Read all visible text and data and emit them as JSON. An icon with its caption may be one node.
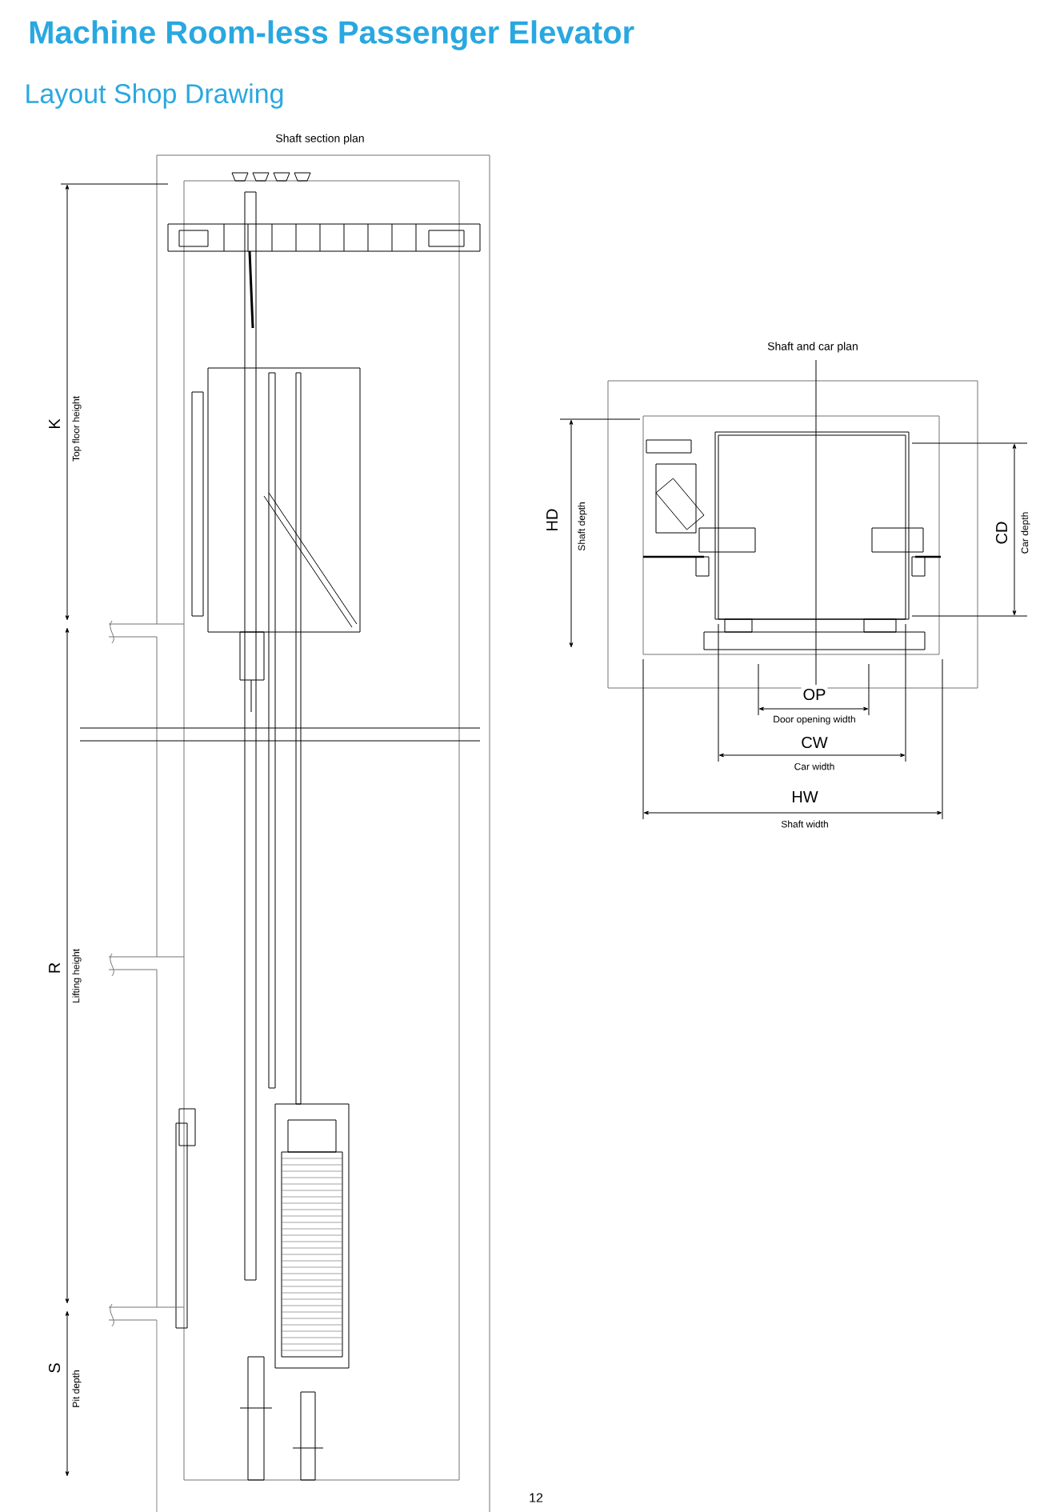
{
  "diagram": {
    "title": "Machine Room-less Passenger Elevator",
    "labels": [
      "Layout Shop Drawing",
      "Shaft section plan",
      "K",
      "Top floor height",
      "R",
      "Lifting height",
      "S",
      "Pit depth",
      "Shaft and car plan",
      "HD",
      "Shaft depth",
      "CD",
      "Car depth",
      "OP",
      "Door opening width",
      "CW",
      "Car width",
      "HW",
      "Shaft width",
      "12"
    ]
  }
}
